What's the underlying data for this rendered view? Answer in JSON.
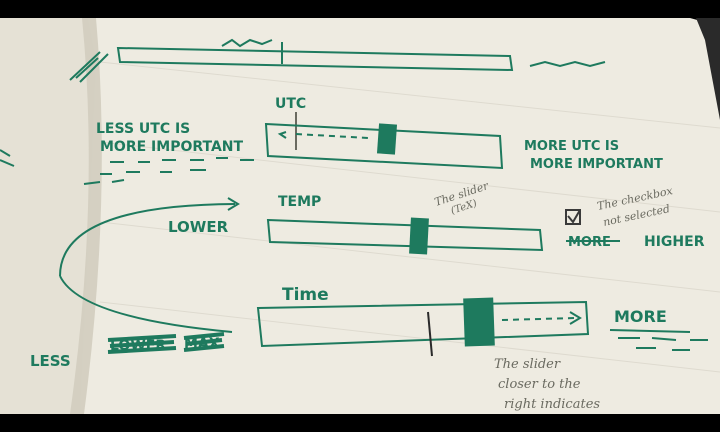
{
  "sketch": {
    "ink_color": "#1e7a5e",
    "pencil_color": "#6a6a60",
    "paper_color": "#efece2",
    "rows": {
      "utc": {
        "title": "UTC",
        "left_label": [
          "LESS UTC IS",
          "MORE IMPORTANT"
        ],
        "right_label": [
          "MORE UTC IS",
          "MORE IMPORTANT"
        ]
      },
      "temp": {
        "title": "TEMP",
        "left_label": "LOWER",
        "right_label_struck": "MORE",
        "right_label": "HIGHER",
        "checkbox_state": "checked",
        "pencil_note_slider": [
          "The slider",
          "(TeX)"
        ],
        "pencil_note_checkbox": [
          "The checkbox",
          "not selected"
        ]
      },
      "time": {
        "title": "Time",
        "left_label": "LESS",
        "left_label_struck": [
          "LOWER",
          "MAX"
        ],
        "right_label": "MORE",
        "pencil_note": [
          "The slider",
          "closer to the",
          "right indicates"
        ]
      }
    }
  }
}
